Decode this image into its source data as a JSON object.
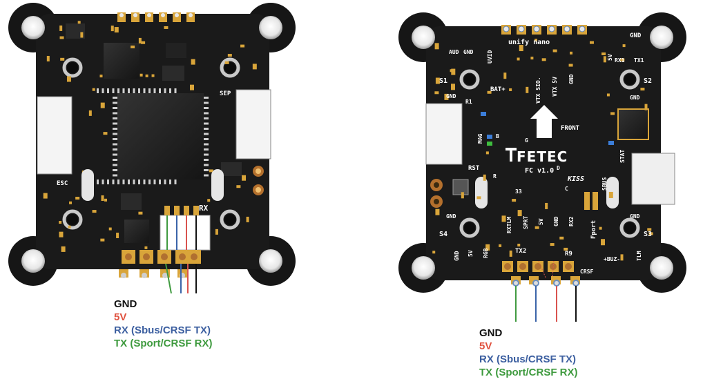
{
  "colors": {
    "board": "#1a1a1a",
    "pad_gold": "#d9a53a",
    "wire_gnd": "#111111",
    "wire_5v": "#d9534f",
    "wire_rx": "#3a63a8",
    "wire_tx": "#3f9a3f",
    "legend_gnd": "#111111",
    "legend_5v": "#e0523f",
    "legend_rx": "#3c5fa0",
    "legend_tx": "#3e9a3e"
  },
  "left_board": {
    "labels": {
      "esc": "ESC",
      "sep": "SEP",
      "rx": "RX"
    },
    "legend": {
      "gnd": "GND",
      "v5": "5V",
      "rx": "RX (Sbus/CRSF TX)",
      "tx": "TX (Sport/CRSF RX)"
    }
  },
  "right_board": {
    "labels": {
      "gnd_top": "GND",
      "aud": "AUD",
      "gnd_aud": "GND",
      "uvid": "UVID",
      "unify_nano": "unify nano",
      "v5_top": "5V",
      "rx1": "RX1",
      "tx1": "TX1",
      "s1": "S1",
      "s2": "S2",
      "s3": "S3",
      "s4": "S4",
      "gnd_s1": "GND",
      "gnd_s2": "GND",
      "gnd_s3": "GND",
      "gnd_s4": "GND",
      "bat": "BAT+",
      "r1": "R1",
      "r_left": "R",
      "vtx_sio": "VTX SIO.",
      "vtx_5v": "VTX 5V",
      "gnd_vtx": "GND",
      "mag": "MAG",
      "b": "B",
      "front": "FRONT",
      "g": "G",
      "brand": "FETEC",
      "fc": "FC v1.0",
      "d": "D",
      "kiss": "KISS",
      "c": "C",
      "rst": "RST",
      "stat": "STAT",
      "num33": "33",
      "sbus": "SBUS",
      "fport": "Fport",
      "rxtlm": "RXTLM",
      "sprt": "SPRT",
      "v5_mid": "5V",
      "gnd_mid": "GND",
      "rx2": "RX2",
      "gnd_bl": "GND",
      "v5_bl": "5V",
      "rgb": "RGB",
      "tx2": "TX2",
      "r9": "R9",
      "crsf": "CRSF",
      "buz": "+BUZ-",
      "tlm": "TLM"
    },
    "legend": {
      "gnd": "GND",
      "v5": "5V",
      "rx": "RX (Sbus/CRSF TX)",
      "tx": "TX (Sport/CRSF RX)"
    }
  }
}
